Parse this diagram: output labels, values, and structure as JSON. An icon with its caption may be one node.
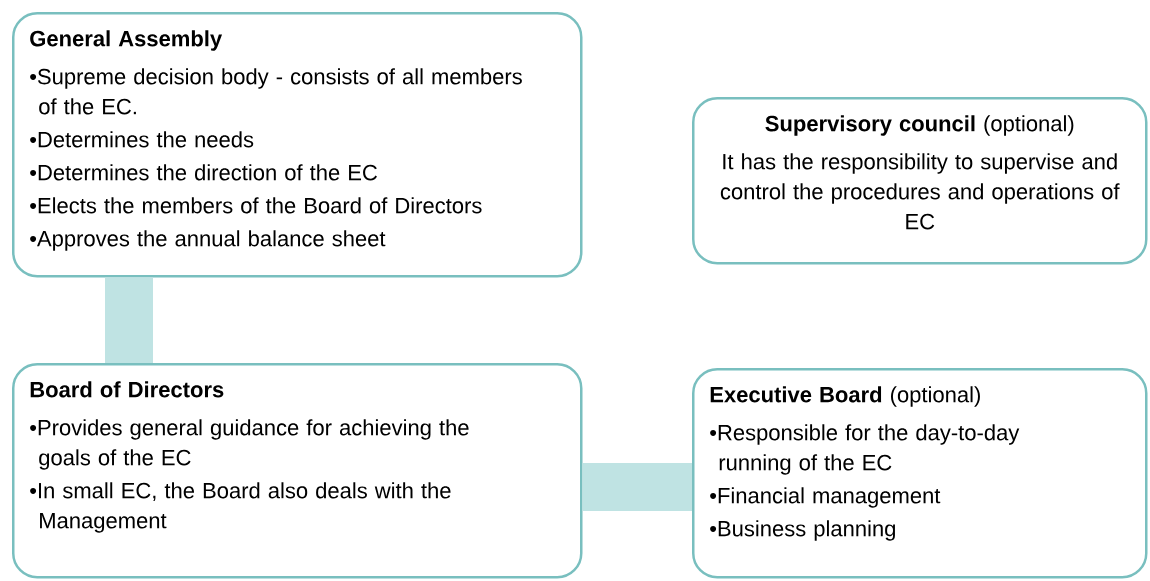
{
  "diagram": {
    "nodes": [
      {
        "text": [
          "General Assembly",
          "•Supreme decision body - consists of all members of the EC.",
          "•Determines the needs",
          "•Determines the direction of the EC",
          "•Elects the members of the Board of Directors",
          "•Approves the annual balance sheet"
        ]
      },
      {
        "text": [
          "**Supervisory council** (optional)",
          "It has the responsibility to supervise and control the procedures and operations of EC"
        ]
      },
      {
        "text": [
          "Board of Directors",
          "•Provides general guidance for achieving the goals of the EC",
          "•In small EC, the Board also deals with the Management"
        ]
      },
      {
        "text": [
          "**Executive Board** (optional)",
          "•Responsible for the day-to-day running of the EC",
          "•Financial management",
          "•Business planning"
        ]
      }
    ],
    "edges": [
      {
        "from": 0,
        "to": 2,
        "arrow": "none"
      },
      {
        "from": 2,
        "to": 3,
        "arrow": "none"
      }
    ]
  }
}
